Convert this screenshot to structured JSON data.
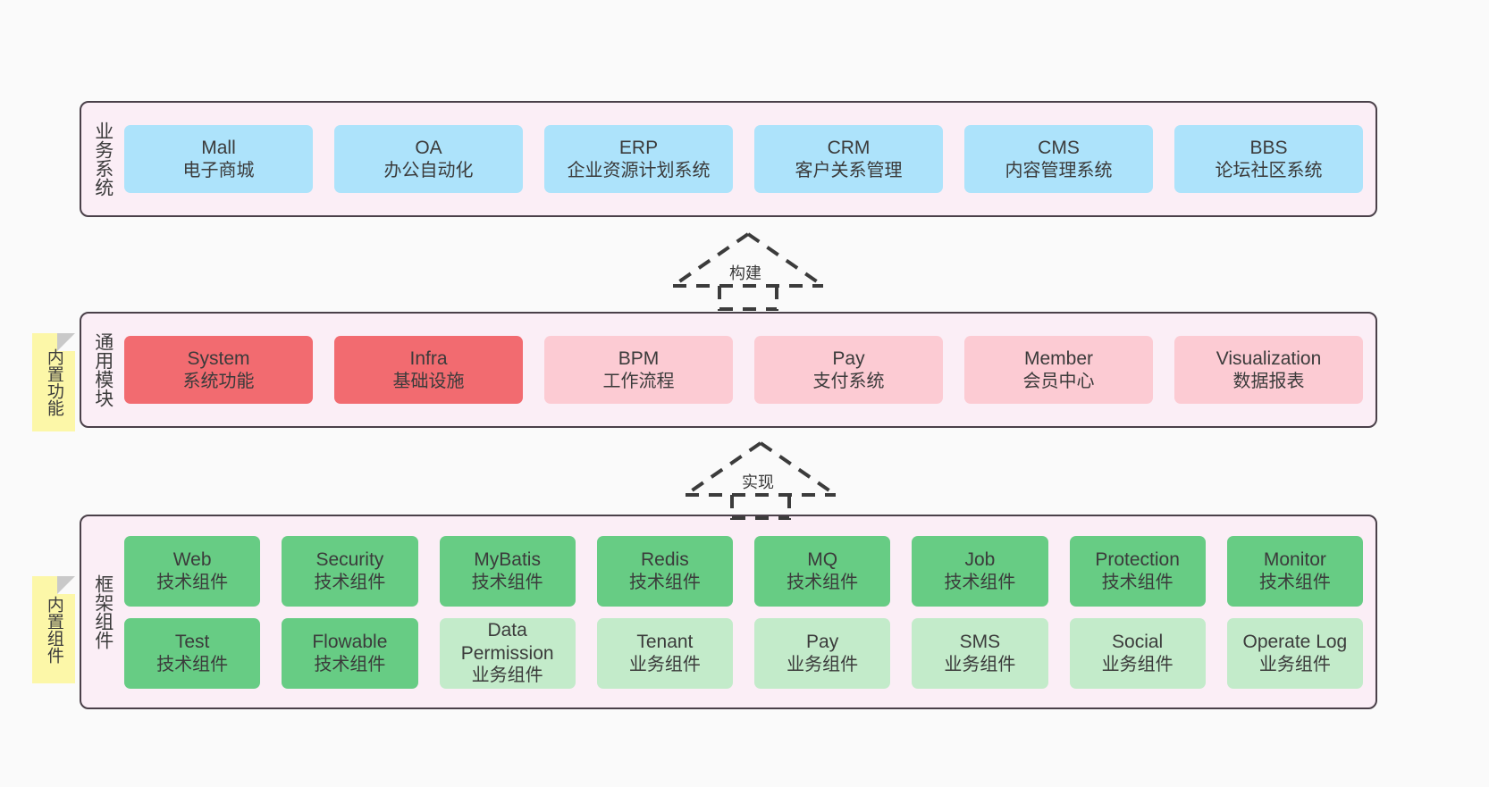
{
  "diagram": {
    "background": "#fafafa",
    "container_fill": "#fbeef6",
    "container_border": "#4a4049",
    "note_fill": "#fcf7a8"
  },
  "tiers": [
    {
      "id": "business",
      "label": "业务系统",
      "note": null,
      "rows": [
        [
          {
            "title": "Mall",
            "subtitle": "电子商城",
            "color": "#ade3fb",
            "style": "blue"
          },
          {
            "title": "OA",
            "subtitle": "办公自动化",
            "color": "#ade3fb",
            "style": "blue"
          },
          {
            "title": "ERP",
            "subtitle": "企业资源计划系统",
            "color": "#ade3fb",
            "style": "blue"
          },
          {
            "title": "CRM",
            "subtitle": "客户关系管理",
            "color": "#ade3fb",
            "style": "blue"
          },
          {
            "title": "CMS",
            "subtitle": "内容管理系统",
            "color": "#ade3fb",
            "style": "blue"
          },
          {
            "title": "BBS",
            "subtitle": "论坛社区系统",
            "color": "#ade3fb",
            "style": "blue"
          }
        ]
      ]
    },
    {
      "id": "modules",
      "label": "通用模块",
      "note": "内置功能",
      "rows": [
        [
          {
            "title": "System",
            "subtitle": "系统功能",
            "color": "#f26b70",
            "style": "red"
          },
          {
            "title": "Infra",
            "subtitle": "基础设施",
            "color": "#f26b70",
            "style": "red"
          },
          {
            "title": "BPM",
            "subtitle": "工作流程",
            "color": "#fccbd3",
            "style": "pink"
          },
          {
            "title": "Pay",
            "subtitle": "支付系统",
            "color": "#fccbd3",
            "style": "pink"
          },
          {
            "title": "Member",
            "subtitle": "会员中心",
            "color": "#fccbd3",
            "style": "pink"
          },
          {
            "title": "Visualization",
            "subtitle": "数据报表",
            "color": "#fccbd3",
            "style": "pink"
          }
        ]
      ]
    },
    {
      "id": "framework",
      "label": "框架组件",
      "note": "内置组件",
      "rows": [
        [
          {
            "title": "Web",
            "subtitle": "技术组件",
            "color": "#67cc84",
            "style": "green"
          },
          {
            "title": "Security",
            "subtitle": "技术组件",
            "color": "#67cc84",
            "style": "green"
          },
          {
            "title": "MyBatis",
            "subtitle": "技术组件",
            "color": "#67cc84",
            "style": "green"
          },
          {
            "title": "Redis",
            "subtitle": "技术组件",
            "color": "#67cc84",
            "style": "green"
          },
          {
            "title": "MQ",
            "subtitle": "技术组件",
            "color": "#67cc84",
            "style": "green"
          },
          {
            "title": "Job",
            "subtitle": "技术组件",
            "color": "#67cc84",
            "style": "green"
          },
          {
            "title": "Protection",
            "subtitle": "技术组件",
            "color": "#67cc84",
            "style": "green"
          },
          {
            "title": "Monitor",
            "subtitle": "技术组件",
            "color": "#67cc84",
            "style": "green"
          }
        ],
        [
          {
            "title": "Test",
            "subtitle": "技术组件",
            "color": "#67cc84",
            "style": "green"
          },
          {
            "title": "Flowable",
            "subtitle": "技术组件",
            "color": "#67cc84",
            "style": "green"
          },
          {
            "title": "Data Permission",
            "subtitle": "业务组件",
            "color": "#c3ebca",
            "style": "lgreen"
          },
          {
            "title": "Tenant",
            "subtitle": "业务组件",
            "color": "#c3ebca",
            "style": "lgreen"
          },
          {
            "title": "Pay",
            "subtitle": "业务组件",
            "color": "#c3ebca",
            "style": "lgreen"
          },
          {
            "title": "SMS",
            "subtitle": "业务组件",
            "color": "#c3ebca",
            "style": "lgreen"
          },
          {
            "title": "Social",
            "subtitle": "业务组件",
            "color": "#c3ebca",
            "style": "lgreen"
          },
          {
            "title": "Operate Log",
            "subtitle": "业务组件",
            "color": "#c3ebca",
            "style": "lgreen"
          }
        ]
      ]
    }
  ],
  "connectors": [
    {
      "id": "build",
      "label": "构建",
      "style": "dashed-generalization"
    },
    {
      "id": "implement",
      "label": "实现",
      "style": "dashed-generalization"
    }
  ]
}
